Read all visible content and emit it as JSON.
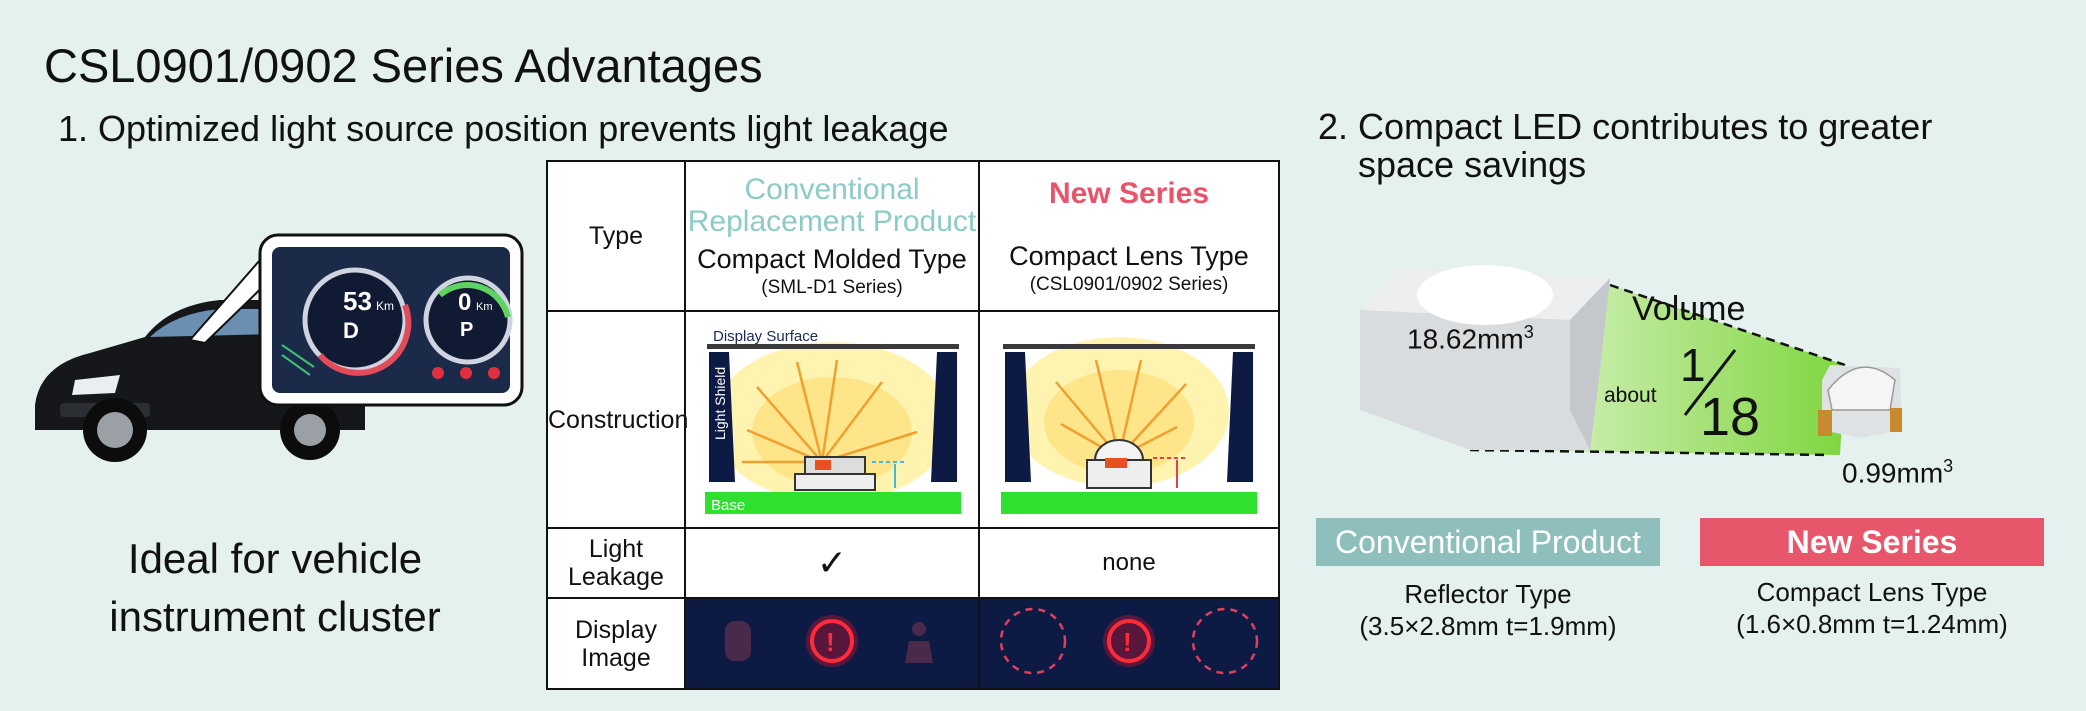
{
  "title": "CSL0901/0902 Series Advantages",
  "section1": "1. Optimized light source position prevents light leakage",
  "section2": {
    "line1": "2. Compact LED contributes to greater",
    "line2": "space savings"
  },
  "ideal": {
    "line1": "Ideal for vehicle",
    "line2": "instrument cluster"
  },
  "cluster": {
    "speed": "53",
    "speed_unit": "Km",
    "gear_left": "D",
    "range": "0",
    "range_unit": "Km",
    "gear_right": "P"
  },
  "table": {
    "row_labels": {
      "type": "Type",
      "construction": "Construction",
      "leakage_line1": "Light",
      "leakage_line2": "Leakage",
      "display_line1": "Display",
      "display_line2": "Image"
    },
    "conventional": {
      "header_line1": "Conventional",
      "header_line2": "Replacement Product",
      "type": "Compact Molded Type",
      "series": "(SML-D1 Series)",
      "leakage": "✓"
    },
    "new_series": {
      "header": "New Series",
      "type": "Compact Lens Type",
      "series": "(CSL0901/0902 Series)",
      "leakage": "none"
    },
    "diagram_labels": {
      "display_surface": "Display Surface",
      "light_shield": "Light Shield",
      "base": "Base"
    }
  },
  "comparison": {
    "volume_label": "Volume",
    "about_label": "about",
    "fraction_num": "1",
    "fraction_den": "18",
    "conv_volume": "18.62mm",
    "new_volume": "0.99mm",
    "superscript": "3",
    "conventional": {
      "badge": "Conventional Product",
      "type": "Reflector Type",
      "dims": "(3.5×2.8mm t=1.9mm)"
    },
    "new_series": {
      "badge": "New Series",
      "type": "Compact Lens Type",
      "dims": "(1.6×0.8mm t=1.24mm)"
    }
  },
  "colors": {
    "background": "#e4f1ef",
    "conventional_teal": "#8ccbc6",
    "new_series_pink": "#e8546a",
    "base_green": "#2fe02f",
    "display_navy": "#0d1a44"
  }
}
